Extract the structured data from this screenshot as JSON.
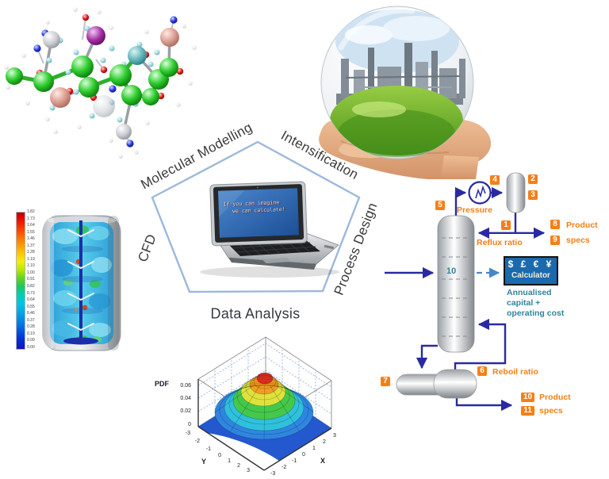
{
  "pentagon": {
    "labels": {
      "top_left": "Molecular Modelling",
      "top_right": "Intensification",
      "left": "CFD",
      "right": "Process Design",
      "bottom": "Data Analysis"
    }
  },
  "laptop": {
    "line1": "If you can imagine",
    "line2": "we can calculate!"
  },
  "cfd": {
    "colorbar_ticks": [
      "1.82",
      "1.73",
      "1.64",
      "1.55",
      "1.46",
      "1.37",
      "1.28",
      "1.19",
      "1.10",
      "1.00",
      "0.91",
      "0.82",
      "0.73",
      "0.64",
      "0.55",
      "0.46",
      "0.37",
      "0.28",
      "0.19",
      "0.09",
      "0.00"
    ]
  },
  "surface": {
    "zlabel": "PDF",
    "zticks": [
      "0.06",
      "0.04",
      "0.02",
      "0"
    ],
    "yticks": [
      "-3",
      "-2",
      "-1",
      "0",
      "1",
      "2",
      "3"
    ],
    "xticks": [
      "-3",
      "-2",
      "-1",
      "0",
      "1",
      "2",
      "3"
    ],
    "xlabel": "X",
    "ylabel": "Y"
  },
  "process_flowsheet": {
    "badges": [
      "1",
      "2",
      "3",
      "4",
      "5",
      "6",
      "7",
      "8",
      "9",
      "10",
      "11"
    ],
    "pressure_label": "Pressure",
    "reflux_label": "Reflux ratio",
    "reboil_label": "Reboil ratio",
    "product_top": [
      "Product",
      "specs"
    ],
    "product_bottom": [
      "Product",
      "specs"
    ],
    "feed_stage": "10",
    "calculator": {
      "currencies": "$ £ € ¥",
      "label": "Calculator"
    },
    "caption": [
      "Annualised",
      "capital +",
      "operating cost"
    ]
  },
  "colors": {
    "accent_orange": "#f57f17",
    "line_navy": "#2a2aa0",
    "dashed_blue": "#4a86c8",
    "teal_text": "#31849b",
    "calculator_bg": "#1b6aad",
    "pentagon_stroke": "#9db8dc"
  },
  "chart_data": [
    {
      "type": "area",
      "title": "3D surface plot of bivariate normal PDF",
      "xlabel": "X",
      "ylabel": "Y",
      "zlabel": "PDF",
      "x_range": [
        -3,
        3
      ],
      "y_range": [
        -3,
        3
      ],
      "z_range": [
        0,
        0.06
      ],
      "z_ticks": [
        0,
        0.02,
        0.04,
        0.06
      ],
      "peak": {
        "x": 0,
        "y": 0,
        "pdf": 0.065
      },
      "grid": true,
      "colormap": "jet"
    },
    {
      "type": "heatmap",
      "title": "CFD contour of stirred column",
      "colorbar_ticks": [
        1.82,
        1.73,
        1.64,
        1.55,
        1.46,
        1.37,
        1.28,
        1.19,
        1.1,
        1.0,
        0.91,
        0.82,
        0.73,
        0.64,
        0.55,
        0.46,
        0.37,
        0.28,
        0.19,
        0.09,
        0.0
      ],
      "colormap": "jet"
    }
  ]
}
